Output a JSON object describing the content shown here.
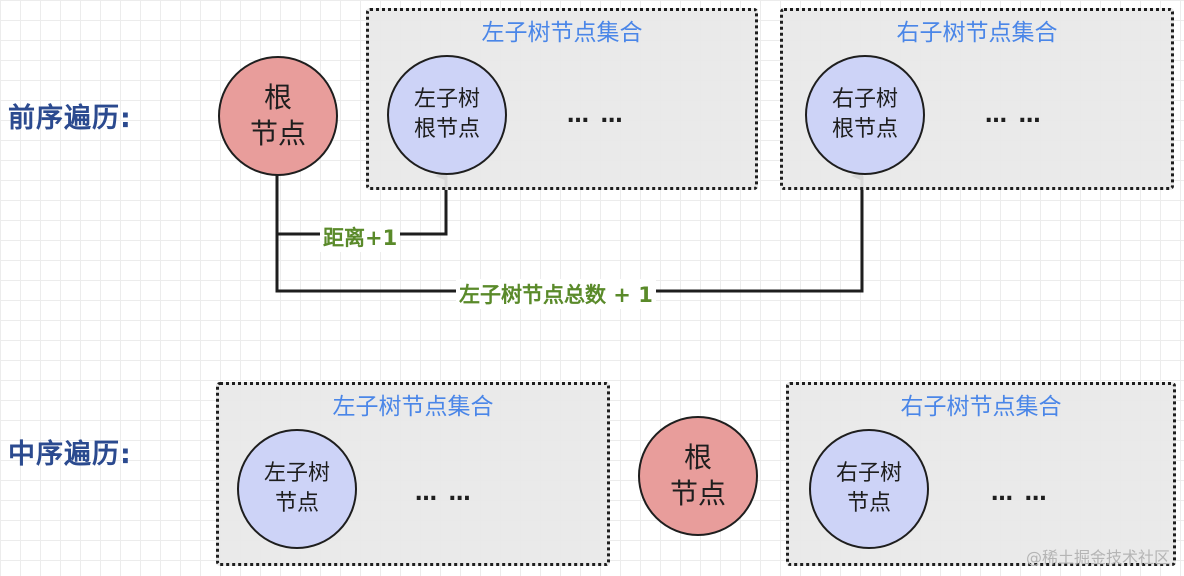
{
  "preorder": {
    "label": "前序遍历:",
    "root": "根\n节点",
    "left_group": {
      "title": "左子树节点集合",
      "node": "左子树\n根节点",
      "ellipsis": "… …"
    },
    "right_group": {
      "title": "右子树节点集合",
      "node": "右子树\n根节点",
      "ellipsis": "… …"
    },
    "edges": {
      "to_left": "距离+1",
      "to_right": "左子树节点总数 + 1"
    }
  },
  "inorder": {
    "label": "中序遍历:",
    "root": "根\n节点",
    "left_group": {
      "title": "左子树节点集合",
      "node": "左子树\n节点",
      "ellipsis": "… …"
    },
    "right_group": {
      "title": "右子树节点集合",
      "node": "右子树\n节点",
      "ellipsis": "… …"
    }
  },
  "watermark": "@稀土掘金技术社区",
  "colors": {
    "root_fill": "#e89d9b",
    "subtree_node_fill": "#cdd3f7",
    "group_title": "#4a86e8",
    "row_label": "#2b4a8f",
    "edge_label": "#5a8a2a"
  }
}
